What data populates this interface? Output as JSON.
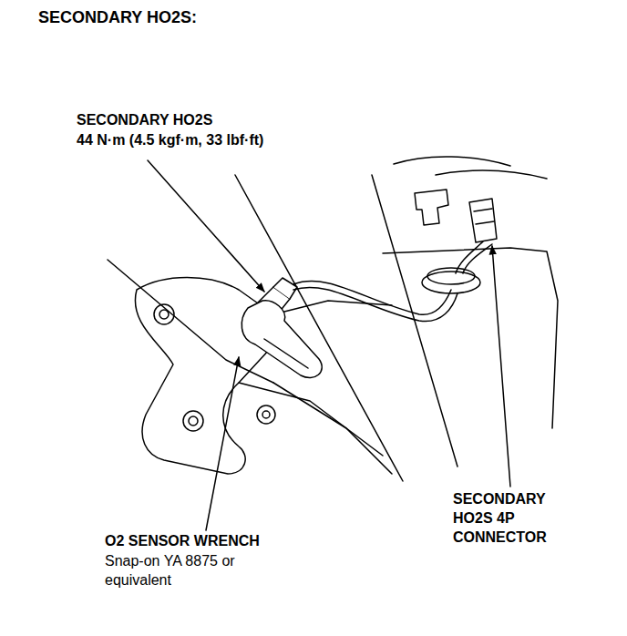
{
  "diagram": {
    "title": "SECONDARY HO2S:",
    "labels": [
      "SECONDARY HO2S",
      "44 N·m (4.5 kgf·m, 33 lbf·ft)",
      "O2 SENSOR WRENCH",
      "Snap-on YA 8875 or equivalent",
      "SECONDARY HO2S 4P CONNECTOR"
    ]
  }
}
